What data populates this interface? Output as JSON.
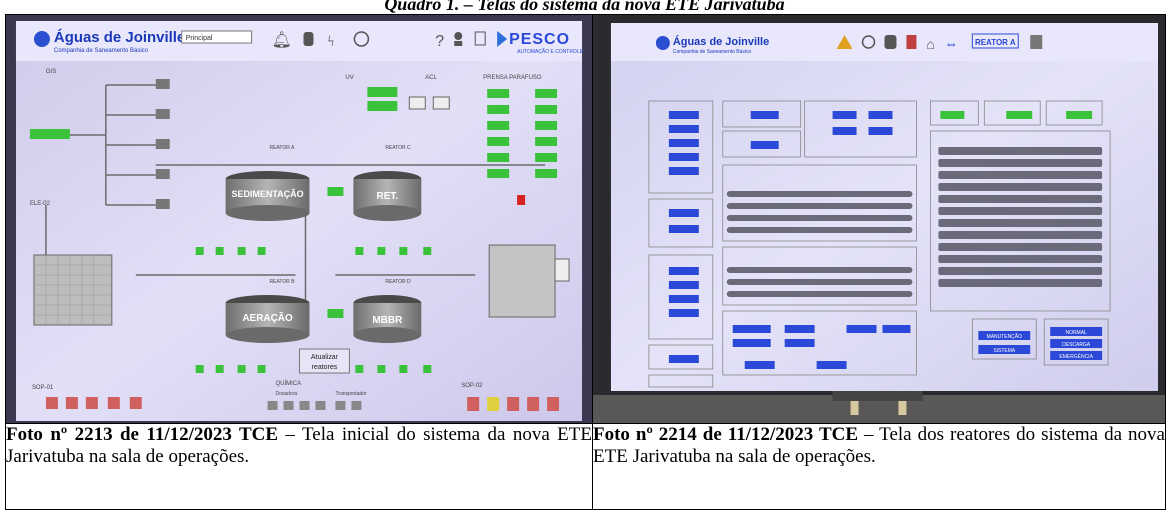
{
  "heading": "Quadro 1. – Telas do sistema da nova ETE Jarivatuba",
  "photo1": {
    "brand": "Águas de Joinville",
    "brand_sub": "Companhia de Saneamento Básico",
    "menu": "Principal",
    "pesco": "PESCO",
    "pesco_sub": "AUTOMAÇÃO E CONTROLE",
    "labels": {
      "sedimentacao": "SEDIMENTAÇÃO",
      "ret": "RET.",
      "aeracao": "AERAÇÃO",
      "mbbr": "MBBR",
      "atualizar": "Atualizar",
      "reatores": "reatores",
      "prensa": "PRENSA PARAFUSO",
      "quimica": "QUÍMICA",
      "dosadora": "Dosadora",
      "transportador": "Transportador",
      "sop01": "SOP-01",
      "sop02": "SOP-02",
      "reator_a": "REATOR A",
      "reator_b": "REATOR B",
      "reator_c": "REATOR C",
      "reator_d": "REATOR D",
      "gis": "GIS",
      "uv": "UV",
      "acl": "ACL"
    }
  },
  "photo2": {
    "brand": "Águas de Joinville",
    "brand_sub": "Companhia de Saneamento Básico",
    "reator_button": "REATOR A",
    "buttons": {
      "manutencao": "MANUTENÇÃO",
      "sistema": "SISTEMA",
      "normal": "NORMAL",
      "descarga": "DESCARGA",
      "emergencia": "EMERGÊNCIA"
    }
  },
  "captions": {
    "left_strong": "Foto nº 2213 de 11/12/2023 TCE",
    "left_text": " – Tela inicial do sistema da nova ETE Jarivatuba na sala de operações.",
    "right_strong": "Foto nº 2214 de 11/12/2023 TCE",
    "right_text": " – Tela dos reatores do sistema da nova ETE Jarivatuba na sala de operações."
  },
  "colors": {
    "screen_bg_left": "#d7d4f2",
    "screen_bg_right": "#d9d9f4",
    "hmi_green": "#3ac23a",
    "hmi_blue": "#2c48d8",
    "pipe_gray": "#6b6b6b",
    "tank_gray": "#8a8a8a",
    "bezel": "#2a2a2a"
  }
}
